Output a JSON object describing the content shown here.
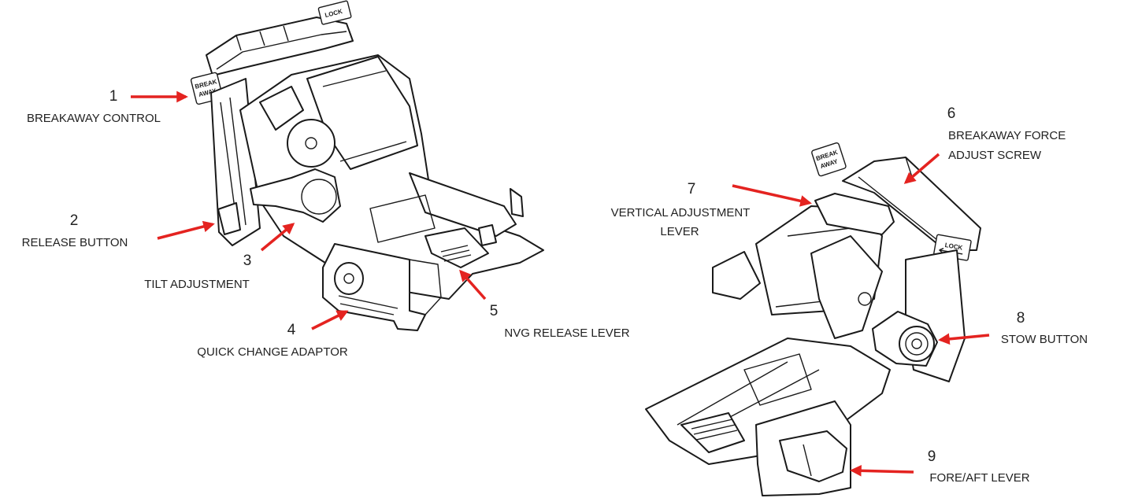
{
  "callouts": [
    {
      "number": "1",
      "label": [
        "BREAKAWAY CONTROL"
      ]
    },
    {
      "number": "2",
      "label": [
        "RELEASE BUTTON"
      ]
    },
    {
      "number": "3",
      "label": [
        "TILT ADJUSTMENT"
      ]
    },
    {
      "number": "4",
      "label": [
        "QUICK CHANGE ADAPTOR"
      ]
    },
    {
      "number": "5",
      "label": [
        "NVG RELEASE LEVER"
      ]
    },
    {
      "number": "6",
      "label": [
        "BREAKAWAY FORCE",
        "ADJUST SCREW"
      ]
    },
    {
      "number": "7",
      "label": [
        "VERTICAL ADJUSTMENT",
        "LEVER"
      ]
    },
    {
      "number": "8",
      "label": [
        "STOW BUTTON"
      ]
    },
    {
      "number": "9",
      "label": [
        "FORE/AFT LEVER"
      ]
    }
  ],
  "part_markings": {
    "lock": "LOCK",
    "breakaway": [
      "BREAK",
      "AWAY"
    ]
  },
  "colors": {
    "arrow": "#e42320",
    "line": "#1a1a1a",
    "text": "#222222"
  }
}
